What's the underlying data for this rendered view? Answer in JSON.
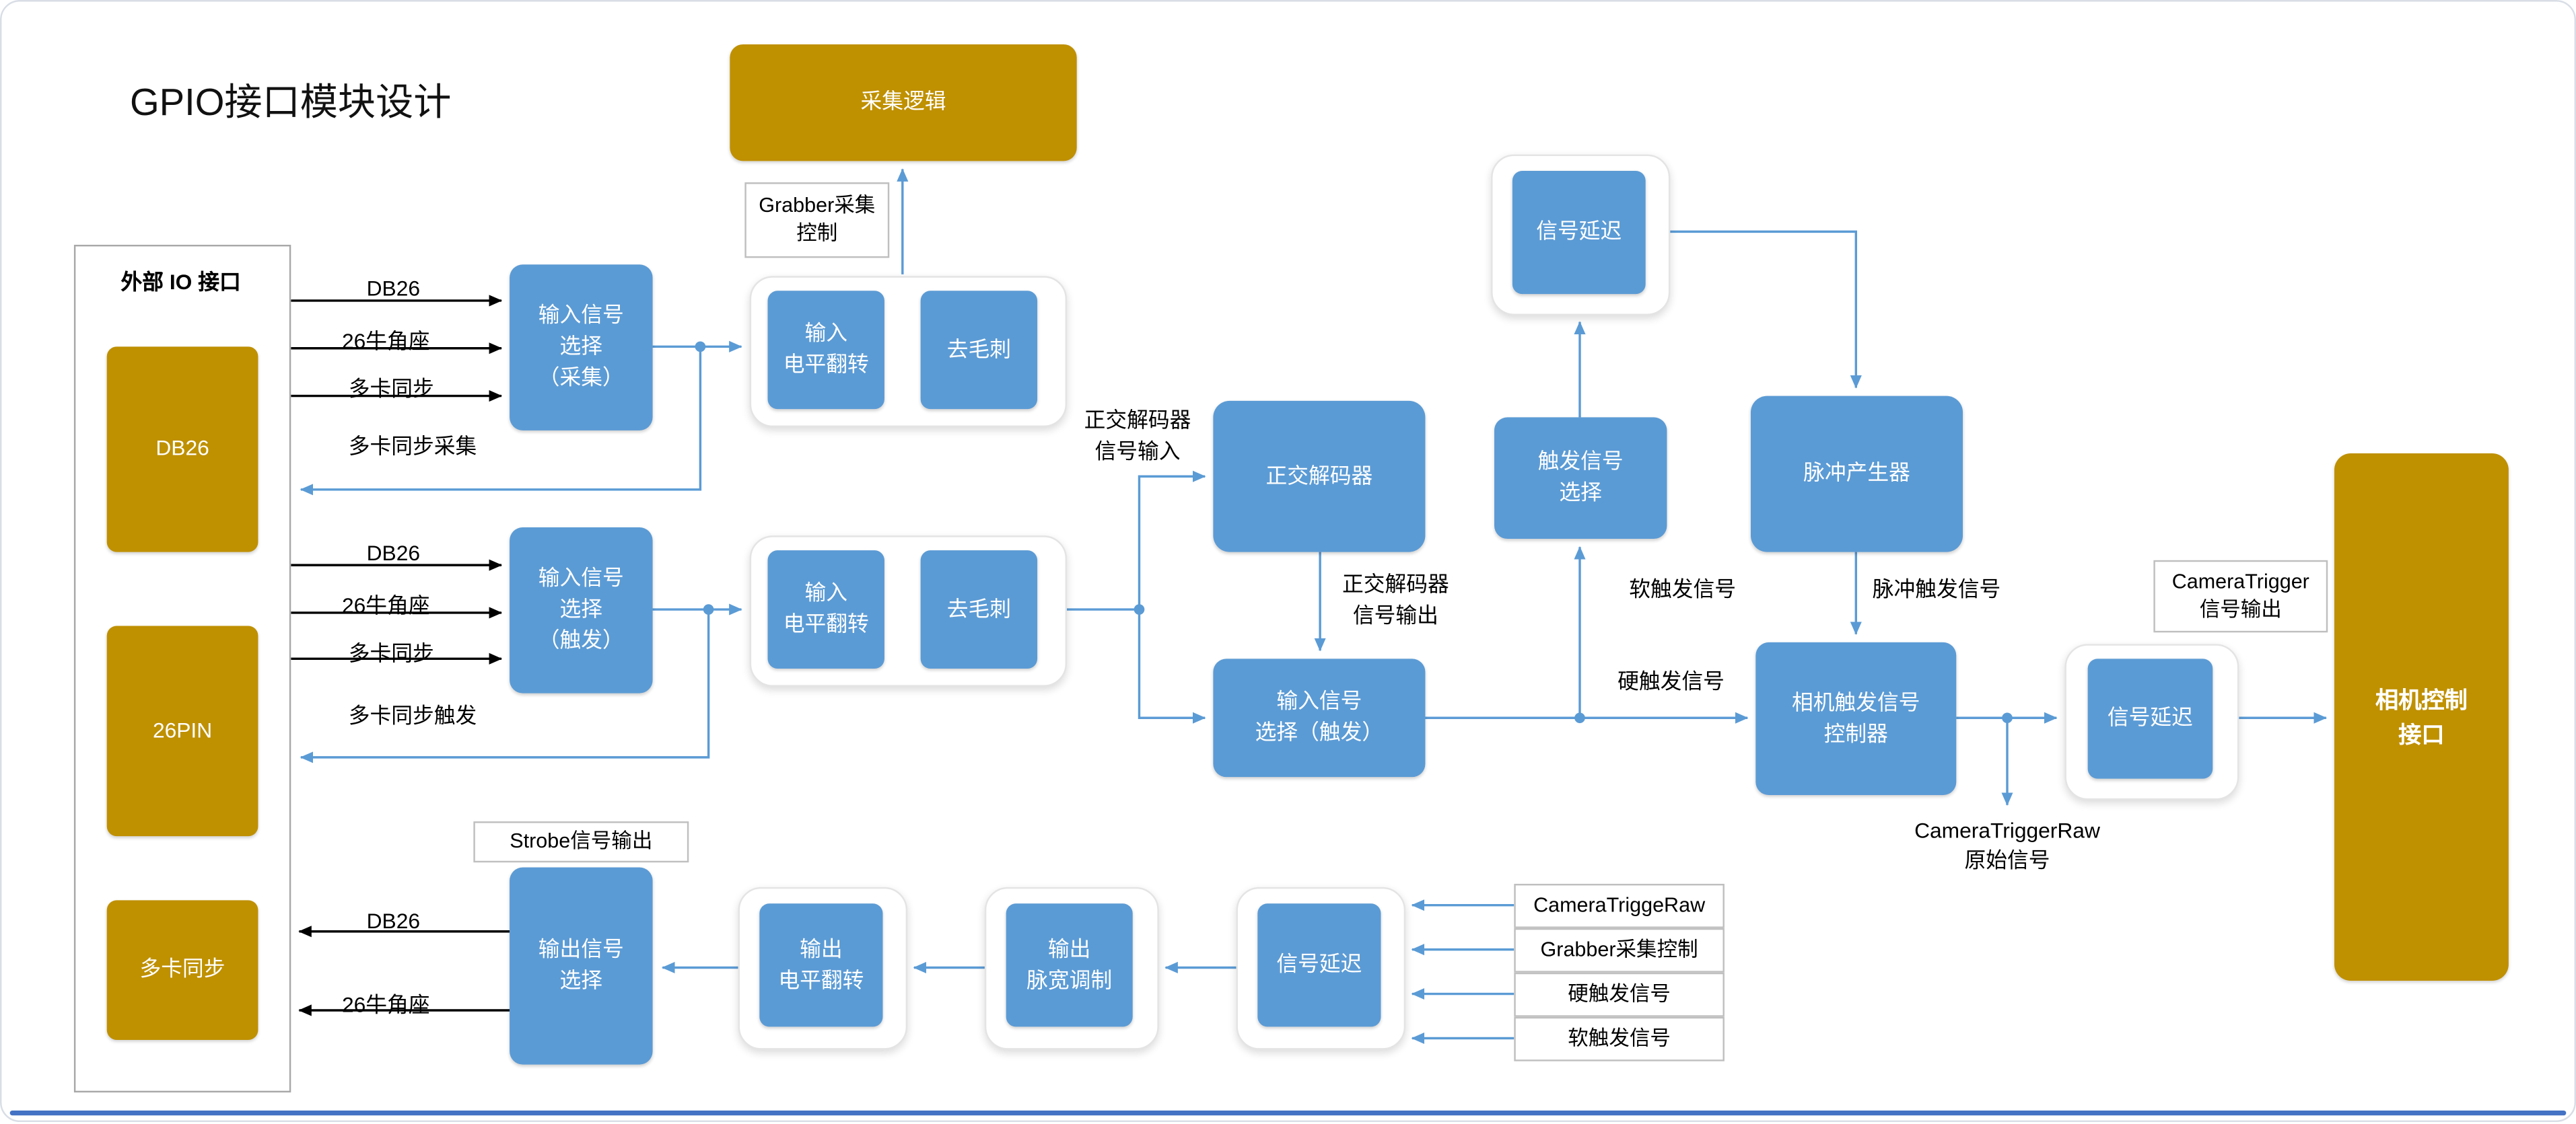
{
  "title": "GPIO接口模块设计",
  "colors": {
    "gold": "#BF9000",
    "blue": "#5B9BD5",
    "arrow_black": "#000000",
    "bottom_rule": "#4472C4"
  },
  "external_io": {
    "label": "外部 IO 接口",
    "ports": [
      {
        "label": "DB26"
      },
      {
        "label": "26PIN"
      },
      {
        "label": "多卡同步"
      }
    ]
  },
  "nodes": {
    "acq_logic": "采集逻辑",
    "input_sel_acq": "输入信号\n选择\n（采集）",
    "input_sel_trig": "输入信号\n选择\n（触发）",
    "level_flip_top": "输入\n电平翻转",
    "deglitch_top": "去毛刺",
    "level_flip_mid": "输入\n电平翻转",
    "deglitch_mid": "去毛刺",
    "quad_decoder": "正交解码器",
    "input_sel_trig2": "输入信号\n选择（触发）",
    "signal_delay_top": "信号延迟",
    "trig_signal_sel": "触发信号\n选择",
    "pulse_gen": "脉冲产生器",
    "cam_trig_ctrl": "相机触发信号\n控制器",
    "signal_delay_right": "信号延迟",
    "camera_ctrl_if": "相机控制\n接口",
    "output_sel": "输出信号\n选择",
    "out_level_flip": "输出\n电平翻转",
    "out_pwm": "输出\n脉宽调制",
    "signal_delay_bottom": "信号延迟"
  },
  "labels": {
    "acq_inputs": [
      "DB26",
      "26牛角座",
      "多卡同步"
    ],
    "acq_sync": "多卡同步采集",
    "trig_inputs": [
      "DB26",
      "26牛角座",
      "多卡同步"
    ],
    "trig_sync": "多卡同步触发",
    "quad_in": "正交解码器\n信号输入",
    "quad_out": "正交解码器\n信号输出",
    "soft_trig": "软触发信号",
    "hard_trig": "硬触发信号",
    "pulse_trig": "脉冲触发信号",
    "camera_trigger_out": "CameraTrigger\n信号输出",
    "camera_trigger_raw": "CameraTriggerRaw\n原始信号",
    "grabber_ctrl": "Grabber采集\n控制",
    "strobe_out": "Strobe信号输出",
    "out_db26": "DB26",
    "out_26pin": "26牛角座",
    "delay_sources": [
      "CameraTriggeRaw",
      "Grabber采集控制",
      "硬触发信号",
      "软触发信号"
    ]
  }
}
